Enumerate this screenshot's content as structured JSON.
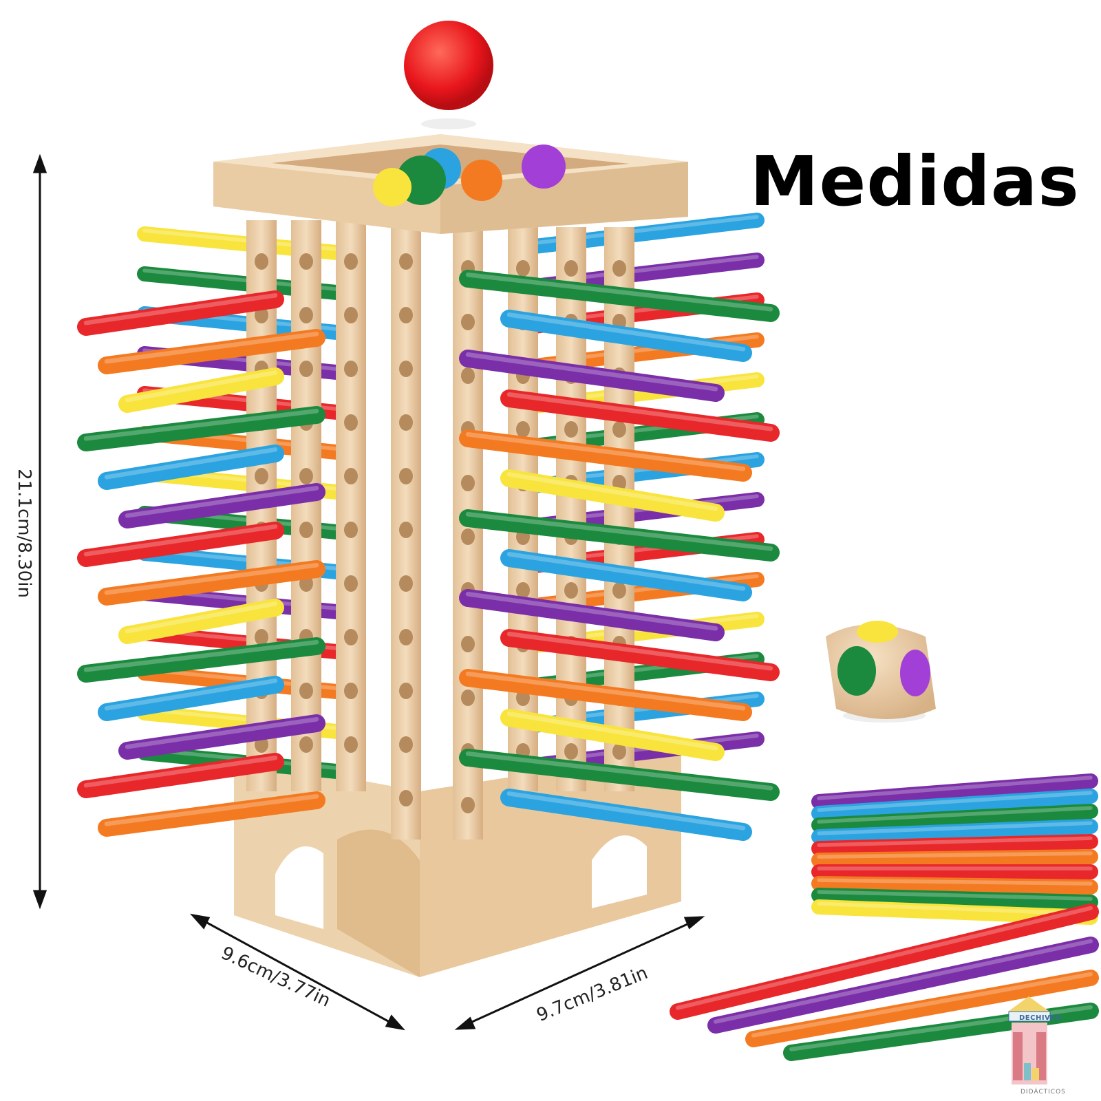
{
  "heading": "Medidas",
  "dimensions": {
    "height": "21.1cm/8.30in",
    "depth": "9.6cm/3.77in",
    "width": "9.7cm/3.81in"
  },
  "logo": {
    "name": "DECHIVEO",
    "subtitle": "DIDÁCTICOS"
  },
  "colors": {
    "wood": "#eccfa6",
    "wood_dark": "#d9b184",
    "red": "#e8272b",
    "orange": "#f47a22",
    "yellow": "#f8e43c",
    "green": "#1b8a3e",
    "blue": "#2aa3e0",
    "purple": "#7a2fa8"
  }
}
